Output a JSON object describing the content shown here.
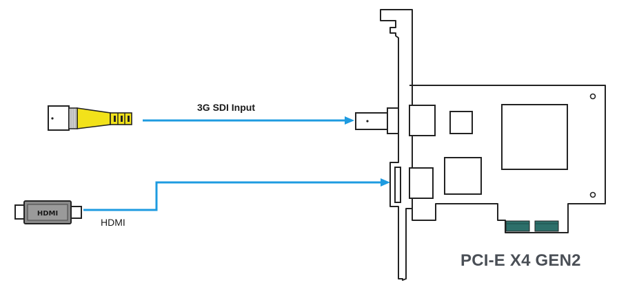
{
  "labels": {
    "sdi_input": "3G SDI Input",
    "hdmi_input": "HDMI",
    "card_model": "PCI-E X4 GEN2"
  },
  "connectors": {
    "sdi_plug_text": "",
    "hdmi_plug_text": "HDMI"
  },
  "icons": [
    "bnc-sdi-connector-icon",
    "hdmi-connector-icon",
    "pcie-capture-card-icon"
  ],
  "colors": {
    "signal_arrow": "#1e9be0",
    "bnc_body": "#f2e21a",
    "hdmi_body": "#8a8a8a",
    "card_label": "#4a4f56",
    "outline": "#1a1a1a"
  }
}
